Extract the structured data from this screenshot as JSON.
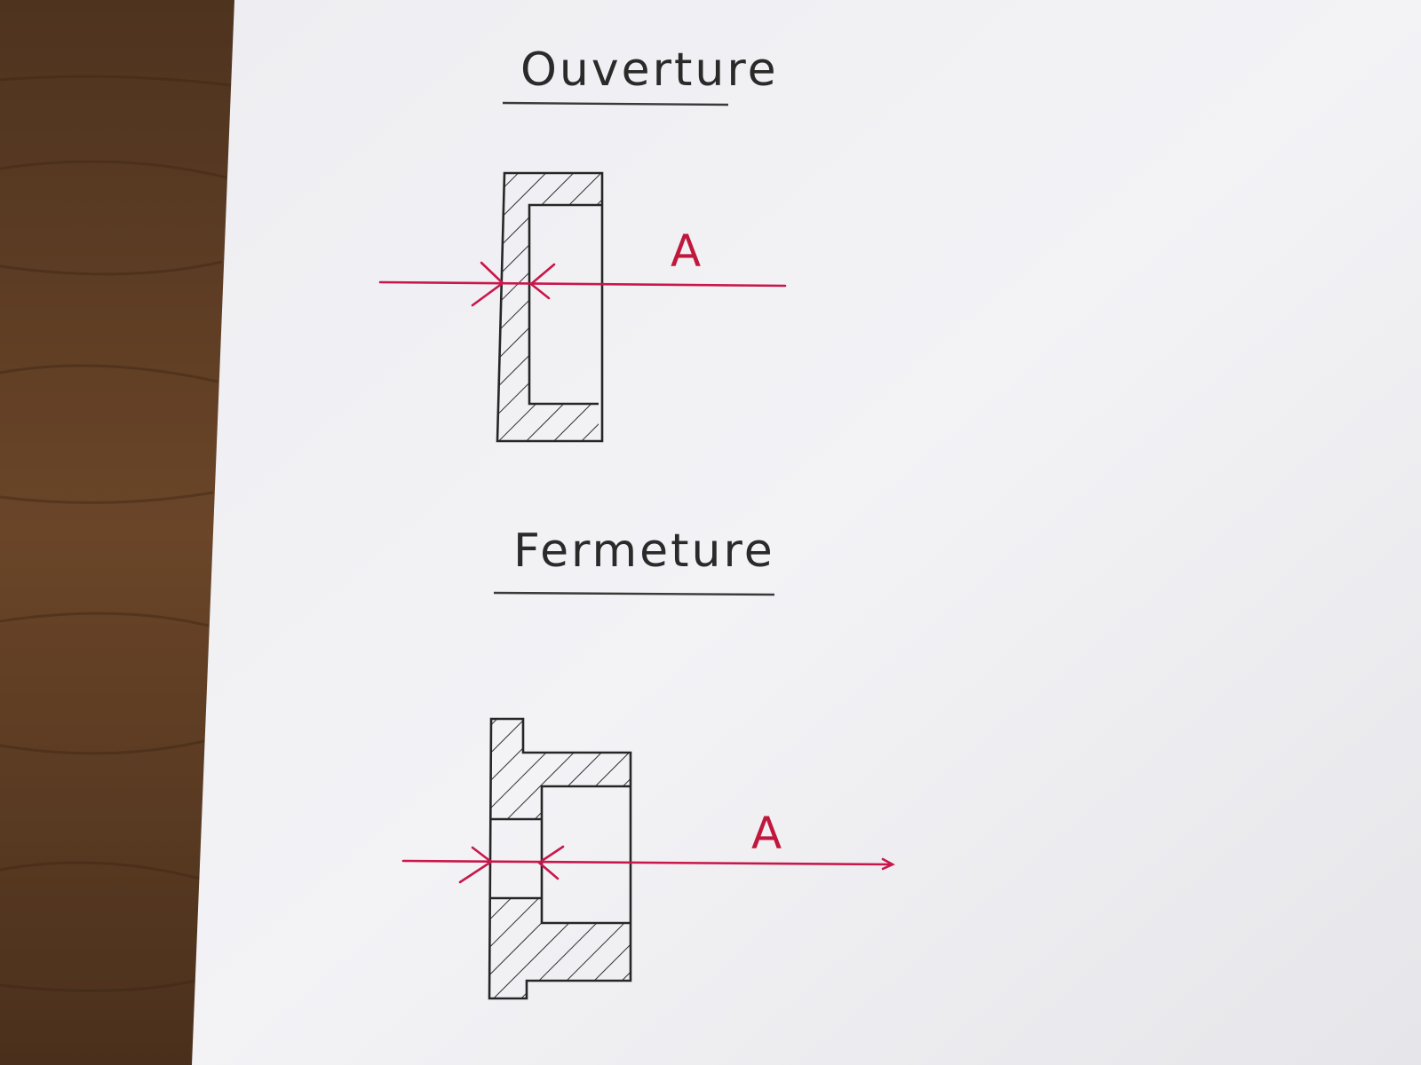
{
  "drawings": [
    {
      "title": "Ouverture",
      "dimension_label": "A"
    },
    {
      "title": "Fermeture",
      "dimension_label": "A"
    }
  ],
  "colors": {
    "ink": "#262626",
    "dimension": "#c8174a",
    "paper": "#f0f0f3",
    "table": "#5a3a22"
  }
}
